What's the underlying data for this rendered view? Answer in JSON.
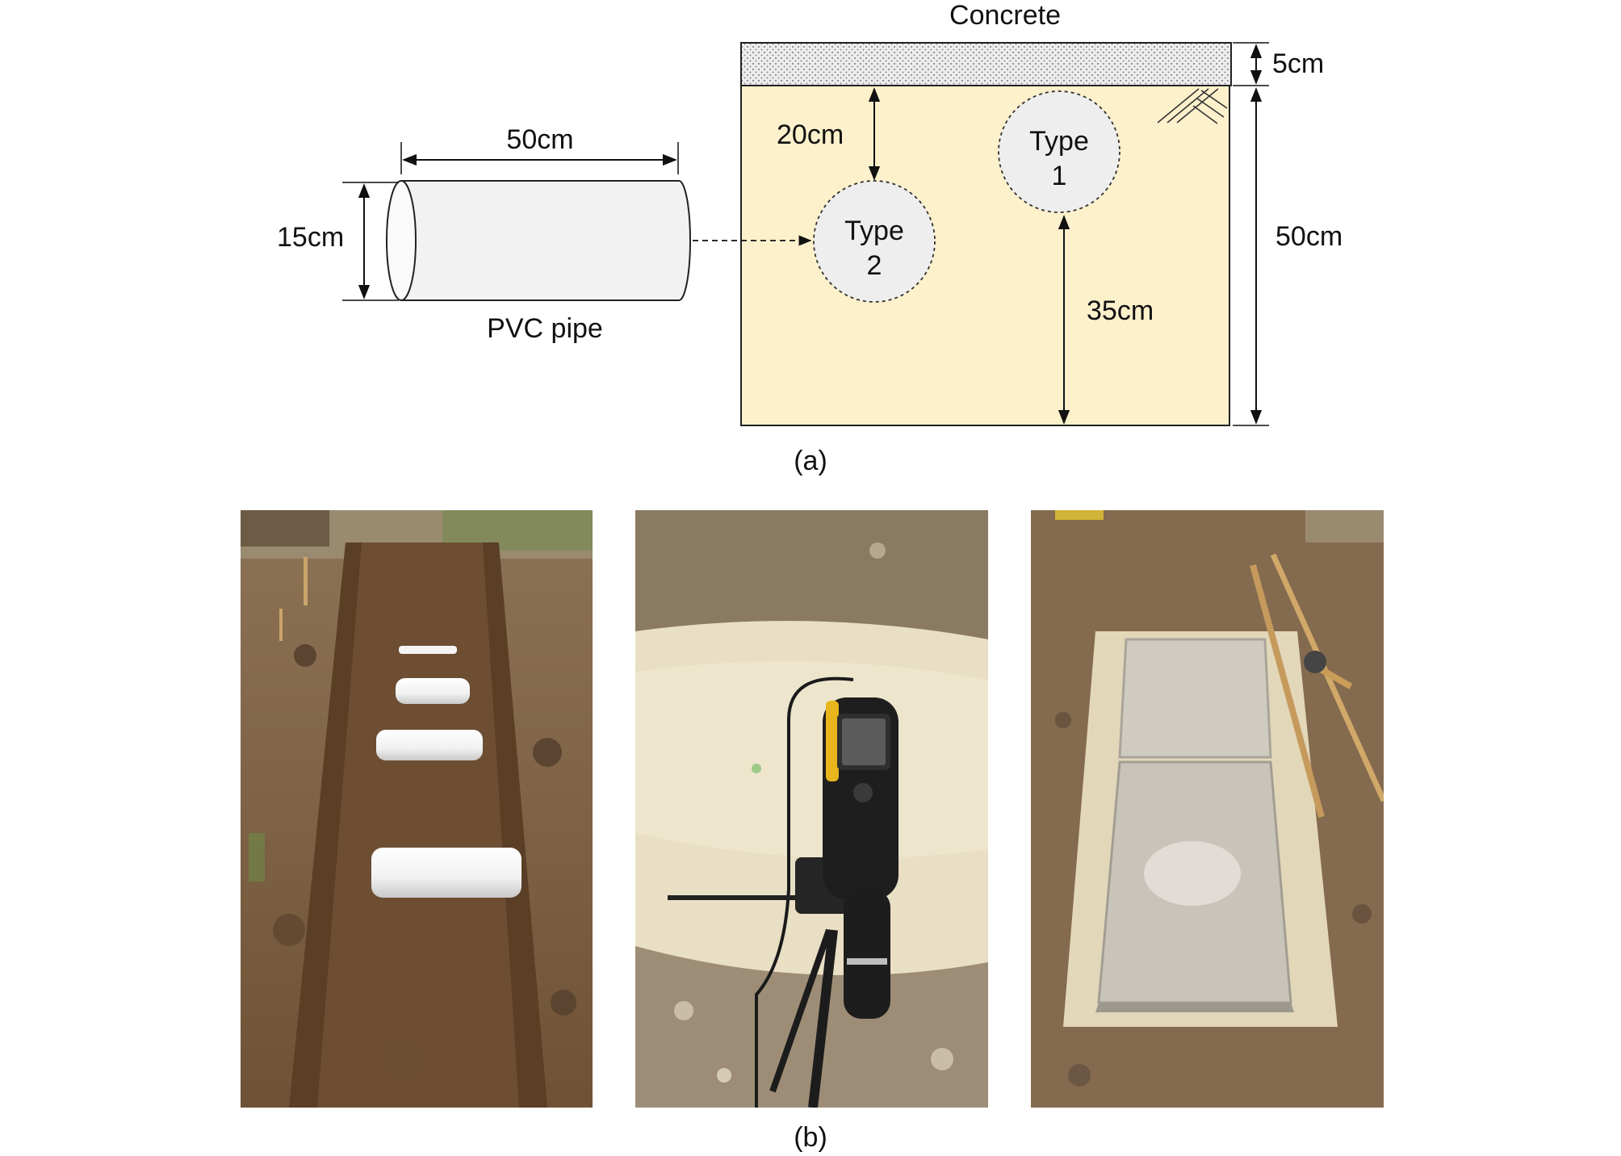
{
  "diagram": {
    "concrete_label": "Concrete",
    "concrete_thickness": "5cm",
    "depth_type2": "20cm",
    "depth_type1": "35cm",
    "soil_height": "50cm",
    "pipe_length": "50cm",
    "pipe_diameter": "15cm",
    "pipe_label": "PVC pipe",
    "type1": {
      "line1": "Type",
      "line2": "1"
    },
    "type2": {
      "line1": "Type",
      "line2": "2"
    },
    "caption_a": "(a)"
  },
  "photos": {
    "caption_b": "(b)"
  },
  "colors": {
    "soil": "#fdf1cc",
    "pipe": "#f2f2f2",
    "concrete": "#e9e9e9",
    "ground": "#8a6a48",
    "sand": "#e8dfc4"
  }
}
